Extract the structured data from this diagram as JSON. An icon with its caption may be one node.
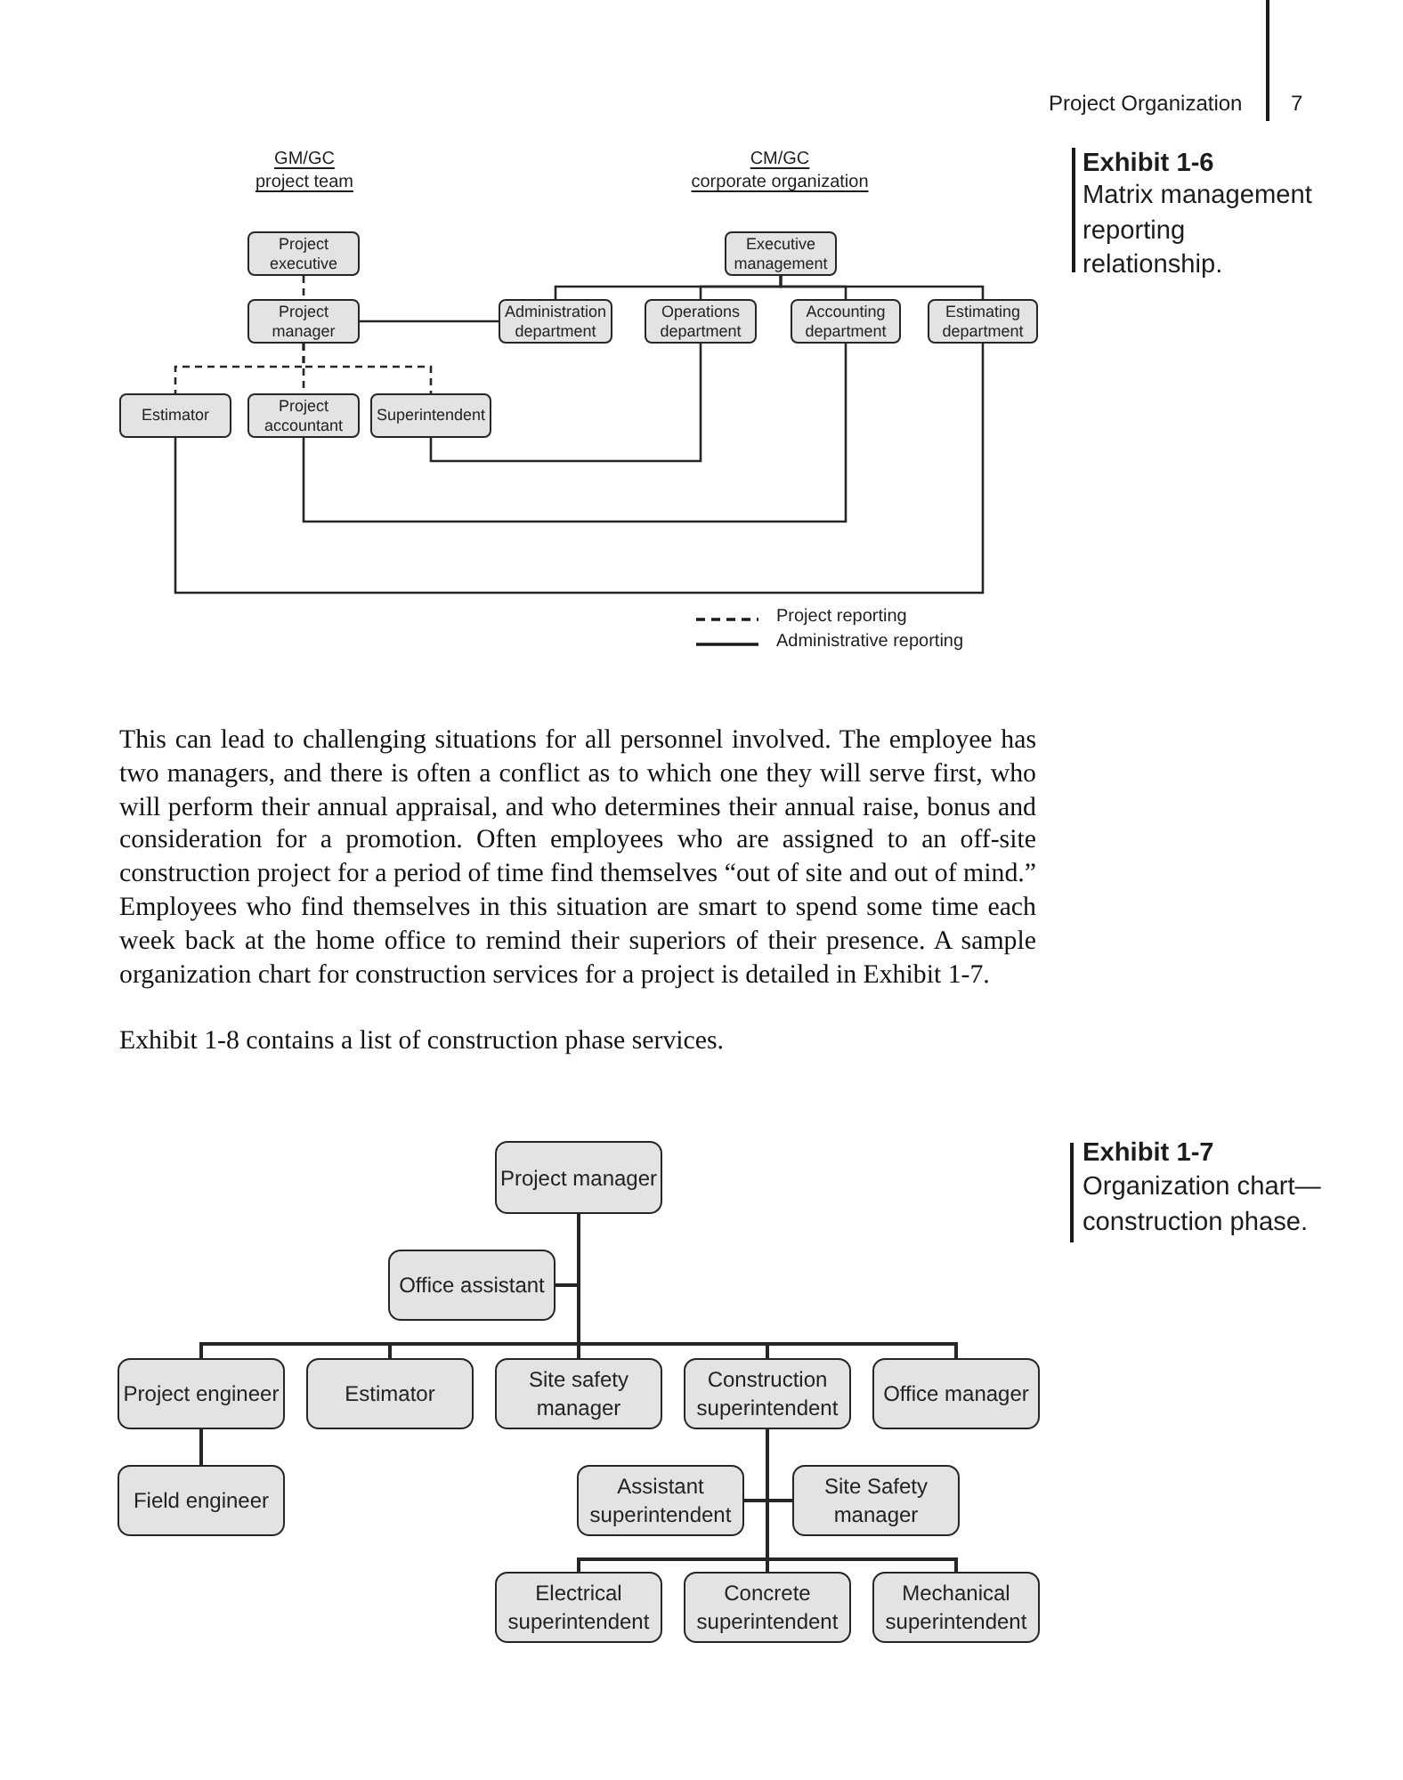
{
  "diagram": {
    "nodes": [
      {
        "text": [
          "Project executive"
        ]
      },
      {
        "text": [
          "Project manager"
        ]
      },
      {
        "text": [
          "Estimator"
        ]
      },
      {
        "text": [
          "Project accountant"
        ]
      },
      {
        "text": [
          "Superintendent"
        ]
      },
      {
        "text": [
          "Executive management"
        ]
      },
      {
        "text": [
          "Administration department"
        ]
      },
      {
        "text": [
          "Operations department"
        ]
      },
      {
        "text": [
          "Accounting department"
        ]
      },
      {
        "text": [
          "Estimating department"
        ]
      },
      {
        "text": [
          "Project manager"
        ]
      },
      {
        "text": [
          "Office assistant"
        ]
      },
      {
        "text": [
          "Project engineer"
        ]
      },
      {
        "text": [
          "Estimator"
        ]
      },
      {
        "text": [
          "Site safety manager"
        ]
      },
      {
        "text": [
          "Construction superintendent"
        ]
      },
      {
        "text": [
          "Office manager"
        ]
      },
      {
        "text": [
          "Field engineer"
        ]
      },
      {
        "text": [
          "Assistant superintendent"
        ]
      },
      {
        "text": [
          "Site Safety manager"
        ]
      },
      {
        "text": [
          "Electrical superintendent"
        ]
      },
      {
        "text": [
          "Concrete superintendent"
        ]
      },
      {
        "text": [
          "Mechanical superintendent"
        ]
      }
    ],
    "edges": [
      {
        "from": 0,
        "to": 1,
        "arrow": "none",
        "style": "dashed"
      },
      {
        "from": 1,
        "to": 2,
        "arrow": "none",
        "style": "dashed"
      },
      {
        "from": 1,
        "to": 3,
        "arrow": "none",
        "style": "dashed"
      },
      {
        "from": 1,
        "to": 4,
        "arrow": "none",
        "style": "dashed"
      },
      {
        "from": 5,
        "to": 6,
        "arrow": "none"
      },
      {
        "from": 5,
        "to": 7,
        "arrow": "none"
      },
      {
        "from": 5,
        "to": 8,
        "arrow": "none"
      },
      {
        "from": 5,
        "to": 9,
        "arrow": "none"
      },
      {
        "from": 1,
        "to": 6,
        "arrow": "none"
      },
      {
        "from": 7,
        "to": 4,
        "arrow": "none"
      },
      {
        "from": 8,
        "to": 3,
        "arrow": "none"
      },
      {
        "from": 9,
        "to": 2,
        "arrow": "none"
      },
      {
        "from": 10,
        "to": 11,
        "arrow": "none"
      },
      {
        "from": 10,
        "to": 12,
        "arrow": "none"
      },
      {
        "from": 10,
        "to": 13,
        "arrow": "none"
      },
      {
        "from": 10,
        "to": 14,
        "arrow": "none"
      },
      {
        "from": 10,
        "to": 15,
        "arrow": "none"
      },
      {
        "from": 10,
        "to": 16,
        "arrow": "none"
      },
      {
        "from": 12,
        "to": 17,
        "arrow": "none"
      },
      {
        "from": 15,
        "to": 18,
        "arrow": "none"
      },
      {
        "from": 15,
        "to": 19,
        "arrow": "none"
      },
      {
        "from": 15,
        "to": 20,
        "arrow": "none"
      },
      {
        "from": 15,
        "to": 21,
        "arrow": "none"
      },
      {
        "from": 15,
        "to": 22,
        "arrow": "none"
      }
    ],
    "labels": [
      "Project Organization",
      "7",
      "GM/GC",
      "project team",
      "CM/GC",
      "corporate organization",
      "Exhibit 1-6",
      "Matrix management reporting relationship.",
      "This can lead to challenging situations for all personnel involved. The employee has two managers, and there is often a conflict as to which one they will serve first, who will perform their annual appraisal, and who determines their annual raise, bonus and consideration for a promotion. Often employees who are assigned to an off-site construction project for a period of time find themselves “out of site and out of mind.” Employees who find themselves in this situation are smart to spend some time each week back at the home office to remind their superiors of their presence. A sample organization chart for construction services for a project is detailed in Exhibit 1-7.",
      "Exhibit 1-8 contains a list of construction phase services.",
      "Exhibit 1-7",
      "Organization chart—construction phase."
    ],
    "legend": [
      {
        "text": "Project reporting"
      },
      {
        "text": "Administrative reporting"
      }
    ]
  }
}
